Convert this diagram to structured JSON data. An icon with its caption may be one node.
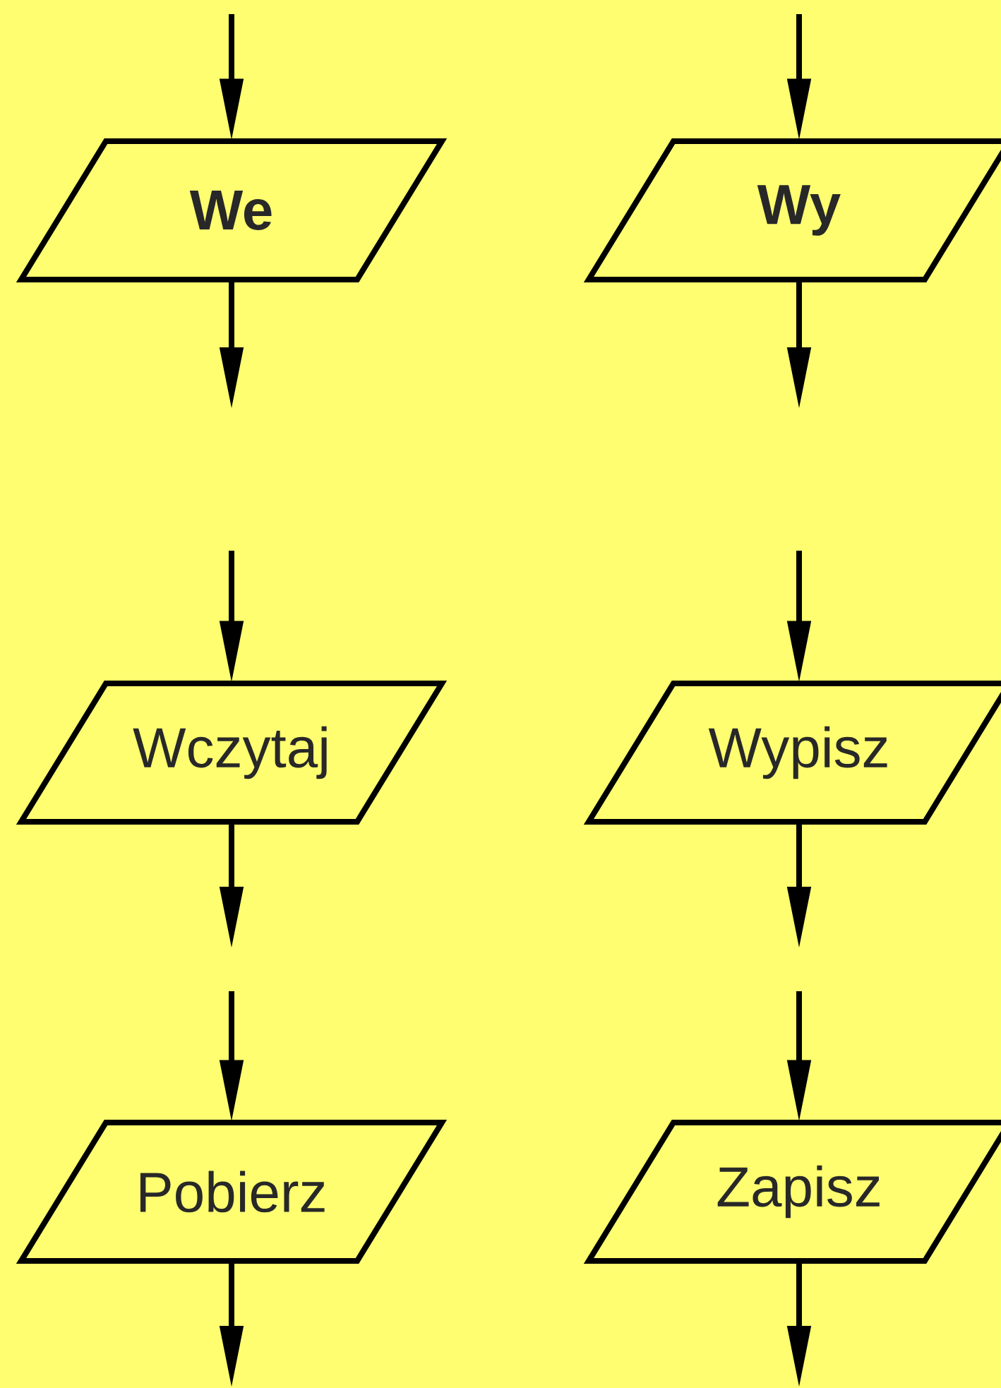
{
  "diagram": {
    "nodes": [
      {
        "text": [
          "We"
        ]
      },
      {
        "text": [
          "Wy"
        ]
      },
      {
        "text": [
          "Wczytaj"
        ]
      },
      {
        "text": [
          "Wypisz"
        ]
      },
      {
        "text": [
          "Pobierz"
        ]
      },
      {
        "text": [
          "Zapisz"
        ]
      }
    ],
    "edges": [
      {
        "from": null,
        "to": 0,
        "arrow": "to"
      },
      {
        "from": 0,
        "to": null,
        "arrow": "to"
      },
      {
        "from": null,
        "to": 1,
        "arrow": "to"
      },
      {
        "from": 1,
        "to": null,
        "arrow": "to"
      },
      {
        "from": null,
        "to": 2,
        "arrow": "to"
      },
      {
        "from": 2,
        "to": null,
        "arrow": "to"
      },
      {
        "from": null,
        "to": 3,
        "arrow": "to"
      },
      {
        "from": 3,
        "to": null,
        "arrow": "to"
      },
      {
        "from": null,
        "to": 4,
        "arrow": "to"
      },
      {
        "from": 4,
        "to": null,
        "arrow": "to"
      },
      {
        "from": null,
        "to": 5,
        "arrow": "to"
      },
      {
        "from": 5,
        "to": null,
        "arrow": "to"
      }
    ]
  }
}
